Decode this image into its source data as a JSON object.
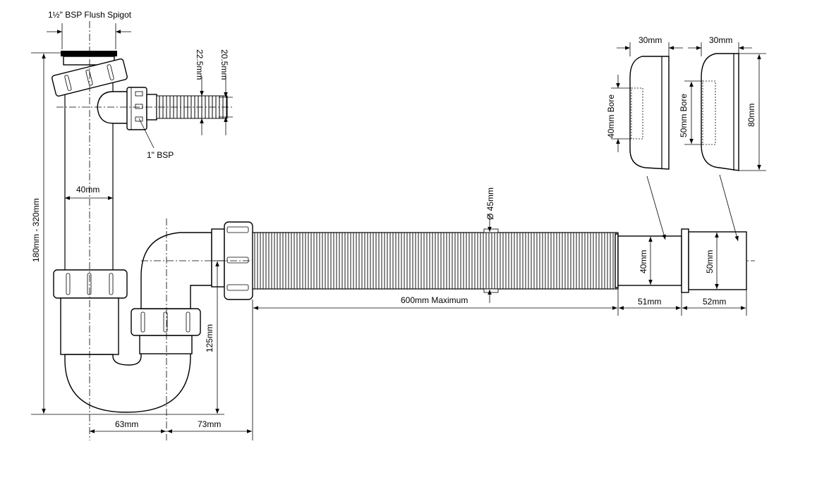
{
  "labels": {
    "flush_spigot": "1½\" BSP Flush Spigot",
    "bsp_1in": "1\" BSP",
    "dim_22_5": "22.5mm",
    "dim_20_5": "20.5mm",
    "dim_40_pipe": "40mm",
    "dim_height": "180mm - 320mm",
    "dim_125": "125mm",
    "dim_63": "63mm",
    "dim_73": "73mm",
    "dim_45_dia": "Ø 45mm",
    "dim_600": "600mm Maximum",
    "dim_40_adapter": "40mm",
    "dim_50_adapter": "50mm",
    "dim_51": "51mm",
    "dim_52": "52mm",
    "dim_30_a": "30mm",
    "dim_30_b": "30mm",
    "bore_40": "40mm Bore",
    "bore_50": "50mm Bore",
    "dim_80": "80mm"
  }
}
